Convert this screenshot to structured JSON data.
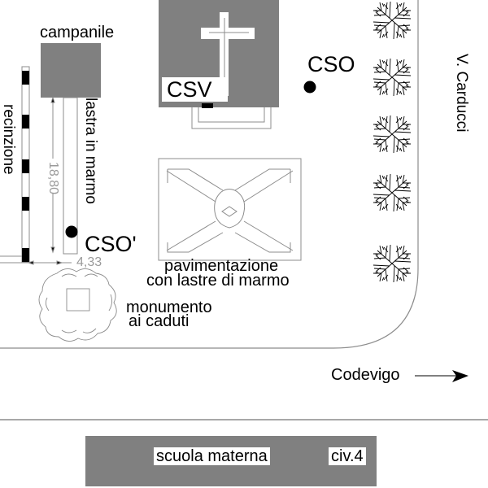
{
  "colors": {
    "building": "#808080",
    "line": "#8c8c8c",
    "ink": "#000000",
    "dimension": "#9a9a9a"
  },
  "labels": {
    "campanile": "campanile",
    "csv": "CSV",
    "cso": "CSO",
    "cso_prime": "CSO'",
    "street": "V. Carducci",
    "fence": "recinzione",
    "marble_slab": "lastra in marmo",
    "paving_line1": "pavimentazione",
    "paving_line2": "con lastre di marmo",
    "monument_line1": "monumento",
    "monument_line2": "ai caduti",
    "direction": "Codevigo",
    "school": "scuola materna",
    "civic_number": "civ.4"
  },
  "dimensions": {
    "vertical": "18,80",
    "horizontal": "4,33"
  },
  "icons": {
    "church_cross": "cross-icon",
    "tree": "tree-icon",
    "marker": "point-marker-icon",
    "arrow": "arrow-right-icon"
  },
  "trees": [
    {
      "id": "tree-1"
    },
    {
      "id": "tree-2"
    },
    {
      "id": "tree-3"
    },
    {
      "id": "tree-4"
    },
    {
      "id": "tree-5"
    }
  ]
}
